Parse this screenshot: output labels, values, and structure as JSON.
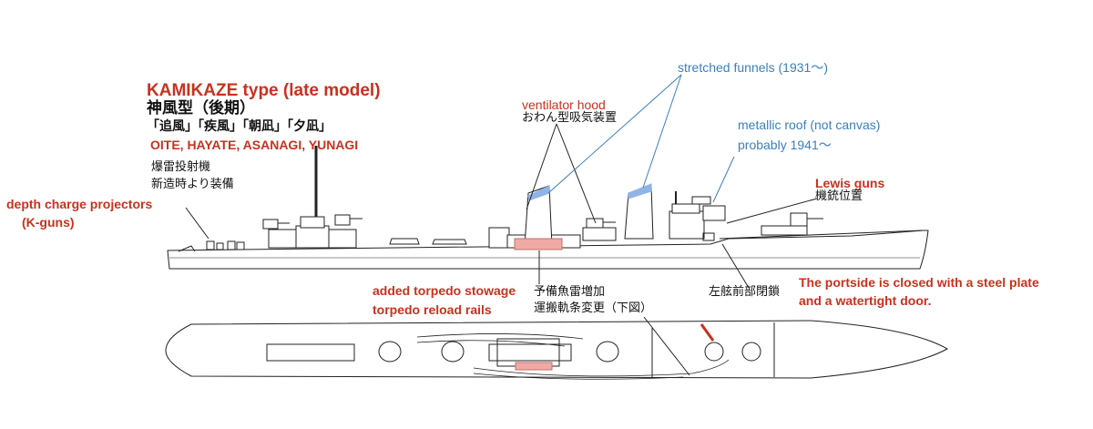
{
  "title": {
    "en": "KAMIKAZE type (late model)",
    "jp": "神風型（後期）",
    "ships_jp": "「追風」「疾風」「朝凪」「夕凪」",
    "ships_en": "OITE, HAYATE, ASANAGI, YUNAGI"
  },
  "labels": {
    "depth_charge_jp_1": "爆雷投射機",
    "depth_charge_jp_2": "新造時より装備",
    "depth_charge_en_1": "depth charge projectors",
    "depth_charge_en_2": "(K-guns)",
    "ventilator_en": "ventilator hood",
    "ventilator_jp": "おわん型吸気装置",
    "funnels_en": "stretched funnels (1931～)",
    "roof_en_1": "metallic roof (not canvas)",
    "roof_en_2": "probably 1941～",
    "lewis_en": "Lewis guns",
    "lewis_jp": "機銃位置",
    "torpedo_en_1": "added torpedo stowage",
    "torpedo_en_2": "torpedo reload rails",
    "torpedo_jp_1": "予備魚雷増加",
    "torpedo_jp_2": "運搬軌条変更（下図）",
    "portside_jp": "左舷前部閉鎖",
    "portside_en_1": "The portside  is closed with a steel plate",
    "portside_en_2": "and a watertight door."
  },
  "colors": {
    "red_text": "#c8321e",
    "blue_text": "#3a7fc0",
    "highlight_blue": "#8fb4e6",
    "highlight_pink": "#f0aaa6",
    "line": "#222222"
  }
}
